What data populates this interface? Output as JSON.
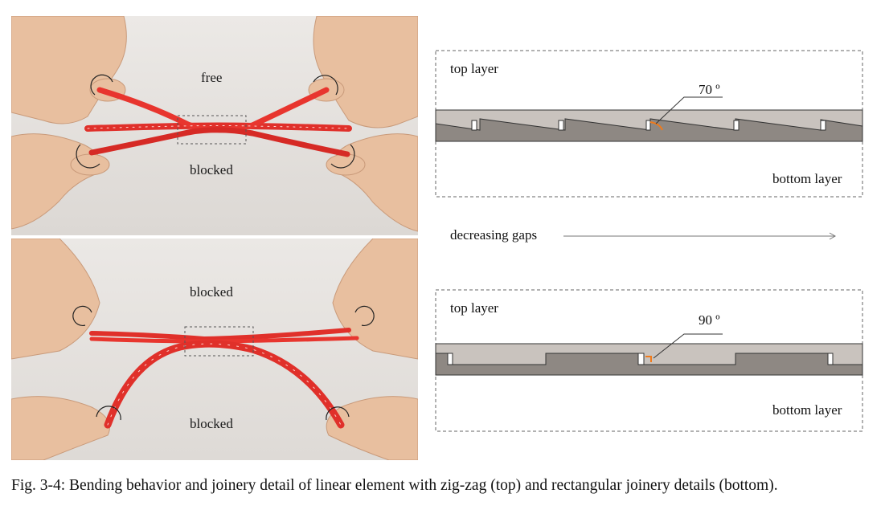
{
  "photos": {
    "top": {
      "label_upper": "free",
      "label_lower": "blocked"
    },
    "bottom": {
      "label_upper": "blocked",
      "label_lower": "blocked"
    }
  },
  "diagrams": {
    "zigzag": {
      "top_label": "top layer",
      "bottom_label": "bottom layer",
      "angle_label": "70 º"
    },
    "middle_label": "decreasing gaps",
    "rect": {
      "top_label": "top layer",
      "bottom_label": "bottom layer",
      "angle_label": "90 º"
    }
  },
  "caption": "Fig. 3-4: Bending behavior and joinery detail of linear element with zig-zag (top) and rectangular joinery details (bottom).",
  "colors": {
    "strip_red": "#e8322c",
    "layer_light": "#c9c3be",
    "layer_dark": "#8e8883",
    "angle_orange": "#f07a1a",
    "skin": "#e9c2a4",
    "backdrop": "#e4e0dc"
  }
}
